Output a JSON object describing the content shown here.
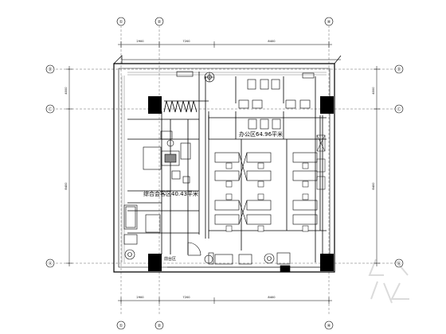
{
  "axis_labels": {
    "top": [
      "①",
      "②",
      "④"
    ],
    "bottom": [
      "①",
      "②",
      "④"
    ],
    "left": [
      "Ⓓ",
      "Ⓒ",
      "Ⓐ"
    ],
    "right": [
      "Ⓓ",
      "Ⓒ",
      "Ⓐ"
    ]
  },
  "dimensions": {
    "top": [
      "2900",
      "7200",
      "8400"
    ],
    "bottom": [
      "2900",
      "7200",
      "8400"
    ],
    "left": [
      "4000",
      "8400"
    ],
    "right": [
      "4000",
      "8400"
    ]
  },
  "room_labels": {
    "office_area": "办公区64.96平米",
    "meeting_area": "综合会客区40.43平米",
    "entrance": "前台区"
  }
}
